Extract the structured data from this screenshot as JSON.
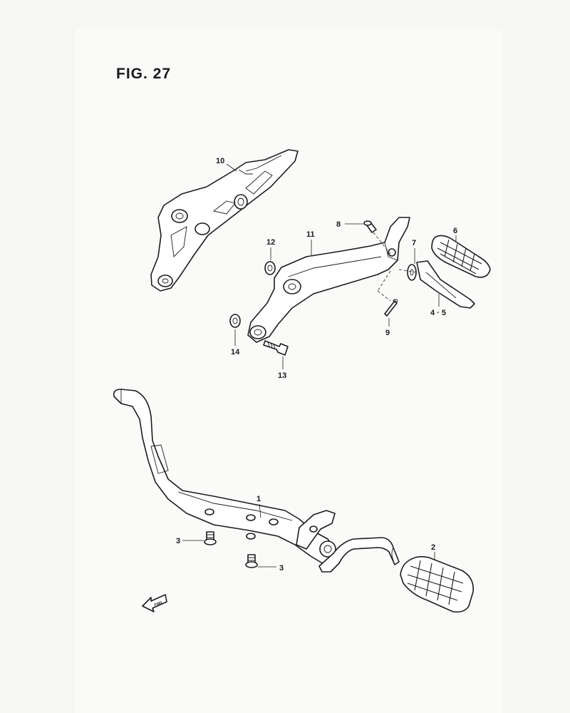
{
  "figure": {
    "title": "FIG. 27"
  },
  "callouts": {
    "c1": "1",
    "c2": "2",
    "c3a": "3",
    "c3b": "3",
    "c45": "4 · 5",
    "c6": "6",
    "c7": "7",
    "c8": "8",
    "c9": "9",
    "c10": "10",
    "c11": "11",
    "c12": "12",
    "c13": "13",
    "c14": "14"
  },
  "direction_arrow": {
    "label": "FWD"
  }
}
